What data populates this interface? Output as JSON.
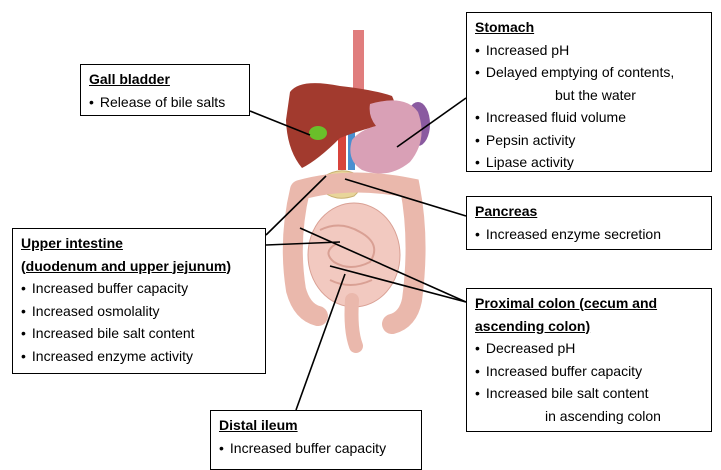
{
  "stomach": {
    "title": "Stomach",
    "items": [
      "Increased pH",
      "Delayed emptying of contents,",
      "Increased fluid volume",
      "Pepsin activity",
      "Lipase activity"
    ],
    "item2_cont": "but the water"
  },
  "gall_bladder": {
    "title": "Gall bladder",
    "items": [
      "Release of bile salts"
    ]
  },
  "pancreas": {
    "title": "Pancreas",
    "items": [
      "Increased enzyme secretion"
    ]
  },
  "upper_intestine": {
    "title_line1": "Upper intestine",
    "title_line2": "(duodenum and upper jejunum)",
    "items": [
      "Increased buffer capacity",
      "Increased osmolality",
      "Increased bile salt content",
      "Increased enzyme activity"
    ]
  },
  "proximal_colon": {
    "title_line1": "Proximal colon (cecum and",
    "title_line2": "ascending colon)",
    "items": [
      "Decreased pH",
      "Increased buffer capacity",
      "Increased bile salt content"
    ],
    "item3_cont": "in ascending colon"
  },
  "distal_ileum": {
    "title": "Distal ileum",
    "items": [
      "Increased buffer capacity"
    ]
  },
  "colors": {
    "liver": "#a23a2e",
    "stomach": "#d9a0b6",
    "gallbladder": "#6abf2a",
    "pancreas": "#e8d59a",
    "intestine": "#f2c9c0",
    "esophagus": "#e07d7d",
    "vessels_red": "#d8443c",
    "vessels_blue": "#4a8fd0"
  }
}
